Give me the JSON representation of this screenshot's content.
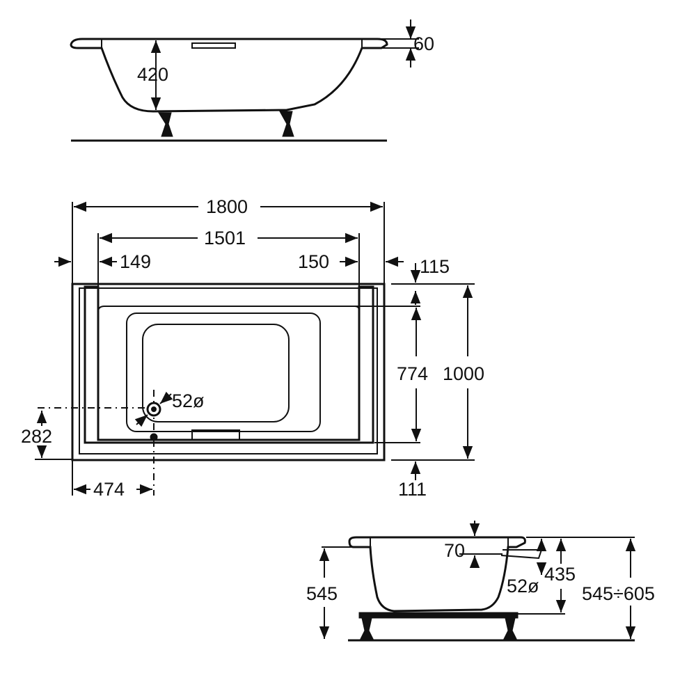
{
  "views": {
    "side": {
      "height_label": "420",
      "rim_label": "60"
    },
    "top": {
      "overall_length_label": "1800",
      "inner_length_label": "1501",
      "left_offset_label": "149",
      "right_offset_label": "150",
      "top_margin_label": "115",
      "inner_width_label": "774",
      "overall_width_label": "1000",
      "drain_label": "52ø",
      "drain_y_label": "282",
      "drain_x_label": "474",
      "bottom_margin_label": "111"
    },
    "end": {
      "height_label": "545",
      "overflow_offset_label": "70",
      "overflow_label": "52ø",
      "overflow_height_label": "435",
      "adjustable_height_label": "545÷605"
    }
  }
}
